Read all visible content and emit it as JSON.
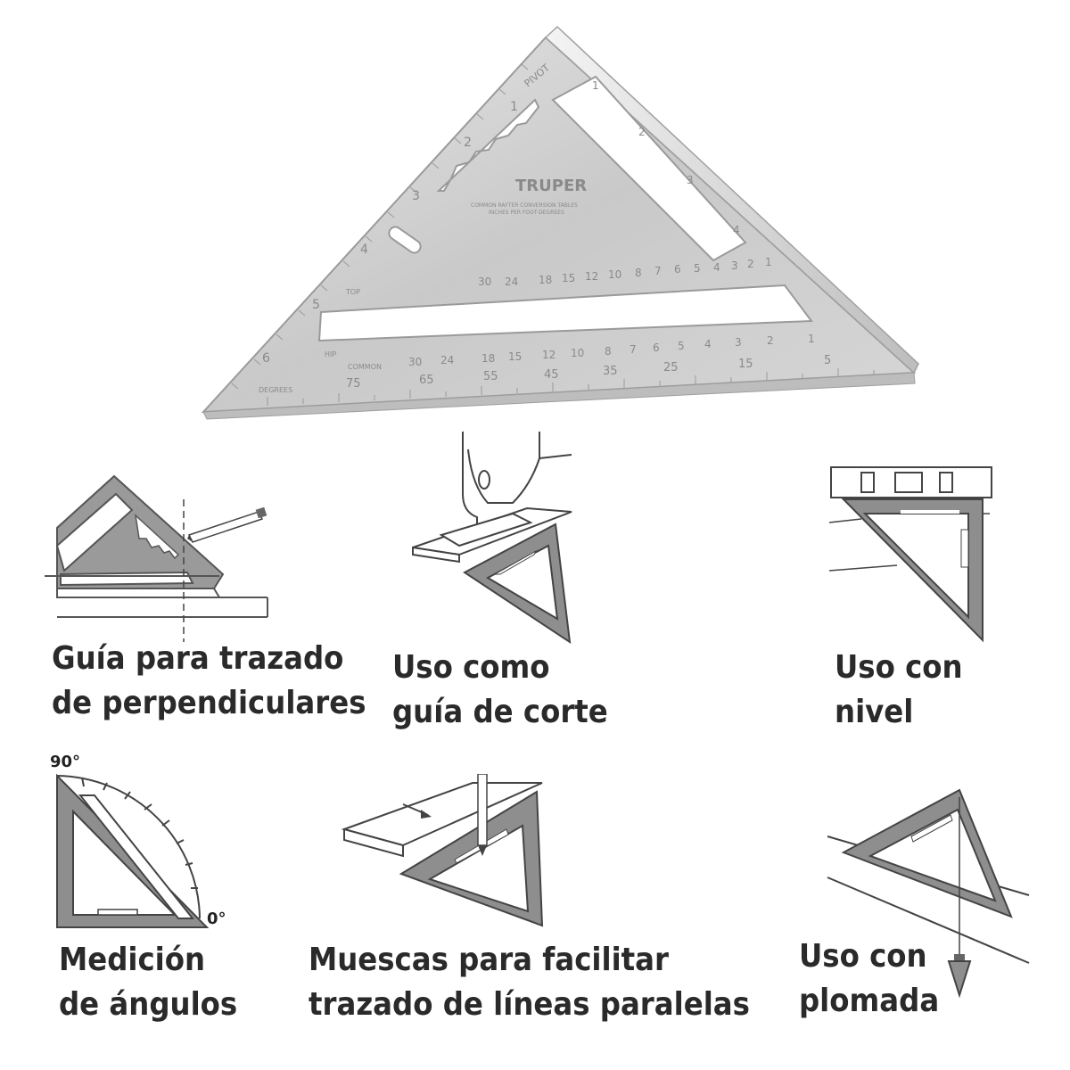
{
  "product": {
    "brand": "TRUPER",
    "pivot_label": "PIVOT",
    "table_heading_1": "COMMON RAFTER CONVERSION TABLES",
    "table_heading_2": "INCHES PER FOOT-DEGREES",
    "degrees_label": "DEGREES",
    "common_label": "COMMON",
    "top_label": "TOP",
    "hip_label": "HIP",
    "inch_scale": [
      "1",
      "2",
      "3",
      "4",
      "5",
      "6"
    ],
    "hypotenuse_scale": [
      "1",
      "2",
      "3",
      "4"
    ],
    "upper_scale": [
      "30",
      "24",
      "18",
      "15",
      "12",
      "10",
      "8",
      "7",
      "6",
      "5",
      "4",
      "3",
      "2",
      "1"
    ],
    "lower_scale": [
      "30",
      "24",
      "18",
      "15",
      "12",
      "10",
      "8",
      "7",
      "6",
      "5",
      "4",
      "3",
      "2",
      "1"
    ],
    "degree_scale": [
      "75",
      "65",
      "55",
      "45",
      "35",
      "25",
      "15",
      "5"
    ]
  },
  "panels": [
    {
      "caption_lines": [
        "Guía para trazado",
        "de perpendiculares"
      ]
    },
    {
      "caption_lines": [
        "Uso como",
        "guía de corte"
      ]
    },
    {
      "caption_lines": [
        "Uso con",
        "nivel"
      ]
    },
    {
      "caption_lines": [
        "Medición",
        "de ángulos"
      ],
      "angle_top": "90°",
      "angle_bottom": "0°"
    },
    {
      "caption_lines": [
        "Muescas para facilitar",
        "trazado de líneas paralelas"
      ]
    },
    {
      "caption_lines": [
        "Uso con",
        "plomada"
      ]
    }
  ]
}
